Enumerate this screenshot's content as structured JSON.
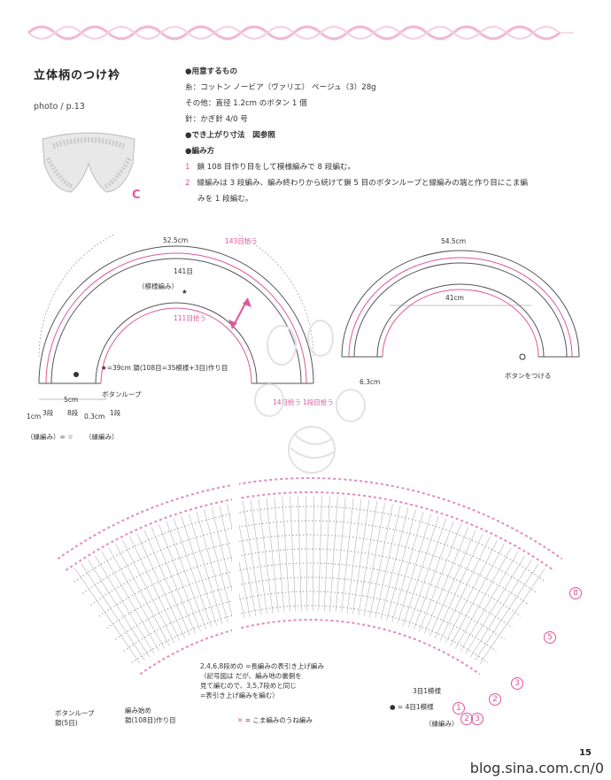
{
  "title": "立体柄のつけ衿",
  "photo_ref": "photo / p.13",
  "photo_letter": "C",
  "materials": {
    "heading": "●用意するもの",
    "yarn": "糸：コットン ノービア（ヴァリエ） ベージュ（3）28g",
    "other": "その他：直径 1.2cm のボタン 1 個",
    "needle": "針：かぎ針 4/0 号",
    "size": "●でき上がり寸法　図参照",
    "method_heading": "●編み方",
    "step1_num": "1",
    "step1": "鎖 108 目作り目をして模様編みで 8 段編む。",
    "step2_num": "2",
    "step2_line1": "縁編みは 3 段編み、編み終わりから続けて鎖 5 目のボタンループと縁編みの端と作り目にこま編",
    "step2_line2": "みを 1 段編む。"
  },
  "left_diagram": {
    "outer_width": "52.5cm",
    "outer_stitches": "143目拾う",
    "inner_stitches_top": "141目",
    "pattern_label": "（模様編み）",
    "star": "★",
    "inner_pick": "111目拾う",
    "base_note": "★=39cm 鎖(108目=35模様+3目)作り目",
    "button_loop": "ボタンループ",
    "width_5cm": "5cm",
    "rows_3": "3段",
    "rows_8": "8段",
    "rows_1": "1段",
    "cm1": "1cm",
    "cm03": "0.3cm",
    "edge_label": "（縁編み）",
    "edge_eq": "（縁編み）= ☆",
    "edge_label2": "（縁編み）",
    "pick14": "14目拾う",
    "pick_right": "1段目拾う"
  },
  "right_diagram": {
    "outer_width": "54.5cm",
    "inner_width": "41cm",
    "depth": "6.3cm",
    "button_attach": "ボタンをつける"
  },
  "chart_notes": {
    "long_note_1": "2,4,6,8段めの",
    "long_note_1b": "=長編みの表引き上げ編み",
    "long_note_2": "（記号図は",
    "long_note_2b": "だが、編み地の裏側を",
    "long_note_3": "見て編むので、3,5,7段めと同じ",
    "long_note_4": "=表引き上げ編みを編む）",
    "button_loop": "ボタンループ",
    "button_loop_2": "鎖(5目)",
    "start_1": "編み始め",
    "start_2": "鎖(108目)作り目",
    "sc_note": "= こま編みのうね編み",
    "repeat_3": "3目1模様",
    "repeat_4": "● = 4目1模様",
    "edge": "（縁編み）",
    "row_labels": [
      "8",
      "5",
      "3",
      "2",
      "1",
      "2",
      "3"
    ]
  },
  "page_number": "15",
  "watermark": "blog.sina.com.cn/0"
}
